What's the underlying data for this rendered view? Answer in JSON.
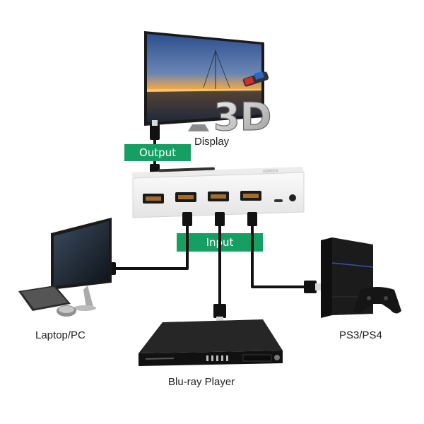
{
  "diagram": {
    "display_label": "Display",
    "output_tag": "Output",
    "input_tag": "Input",
    "laptop_label": "Laptop/PC",
    "ps_label": "PS3/PS4",
    "bluray_label": "Blu-ray Player",
    "badge_3d": "3D",
    "switch_brand": "UGREEN"
  },
  "colors": {
    "accent_green": "#169f62",
    "cable": "#111111",
    "device_dark": "#1b1b1b"
  }
}
